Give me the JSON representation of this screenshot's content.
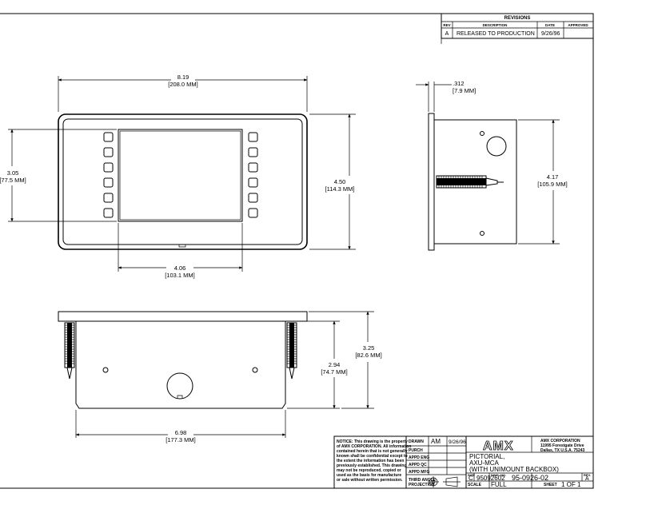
{
  "revisions": {
    "title": "REVISIONS",
    "headers": [
      "REV",
      "DESCRIPTION",
      "DATE",
      "APPROVED"
    ],
    "rows": [
      {
        "rev": "A",
        "description": "RELEASED TO PRODUCTION",
        "date": "9/26/96",
        "approved": ""
      }
    ]
  },
  "front_view": {
    "width_in": "8.19",
    "width_mm": "[208.0 MM]",
    "height_in": "4.50",
    "height_mm": "[114.3 MM]",
    "screen_height_in": "3.05",
    "screen_height_mm": "[77.5 MM]",
    "bottom_in": "4.06",
    "bottom_mm": "[103.1 MM]"
  },
  "side_view": {
    "depth_in": ".312",
    "depth_mm": "[7.9 MM]",
    "height_in": "4.17",
    "height_mm": "[105.9 MM]"
  },
  "bottom_view": {
    "width_in": "6.98",
    "width_mm": "[177.3 MM]",
    "height_in": "2.94",
    "height_mm": "[74.7 MM]",
    "overall_in": "3.25",
    "overall_mm": "[82.6 MM]"
  },
  "title_block": {
    "notice": [
      "NOTICE: This drawing is the property",
      "of AMX CORPORATION. All information",
      "contained herein that is not generally",
      "known shall be confidential except to",
      "the extent the information has been",
      "previously established. This drawing",
      "may not be reproduced, copied or",
      "used as the basis for manufacture",
      "or sale without written permission."
    ],
    "drawn_label": "DRAWN",
    "drawn_by": "AM",
    "drawn_date": "9/26/96",
    "purch_label": "PURCH",
    "appd_eng_label": "APPD ENG",
    "appd_qc_label": "APPD QC",
    "appd_mfg_label": "APPD MFG",
    "projection_label_1": "THIRD ANGLE",
    "projection_label_2": "PROJECTION",
    "logo": "AMX",
    "company": "AMX CORPORATION",
    "address_1": "11995 Forestgate Drive",
    "address_2": "Dallas, TX U.S.A. 75243",
    "title_lines": [
      "PICTORIAL,",
      "AXU-MCA",
      "(WITH UNIMOUNT BACKBOX)"
    ],
    "size_label": "SIZE",
    "size": "C",
    "part_no": "95092602",
    "dwg_no_label": "DWG. NO.",
    "dwg_no": "95-0926-02",
    "rev_label": "REV.",
    "rev": "A",
    "scale_label": "SCALE",
    "scale": "FULL",
    "sheet_label": "SHEET",
    "sheet": "1 OF 1"
  }
}
